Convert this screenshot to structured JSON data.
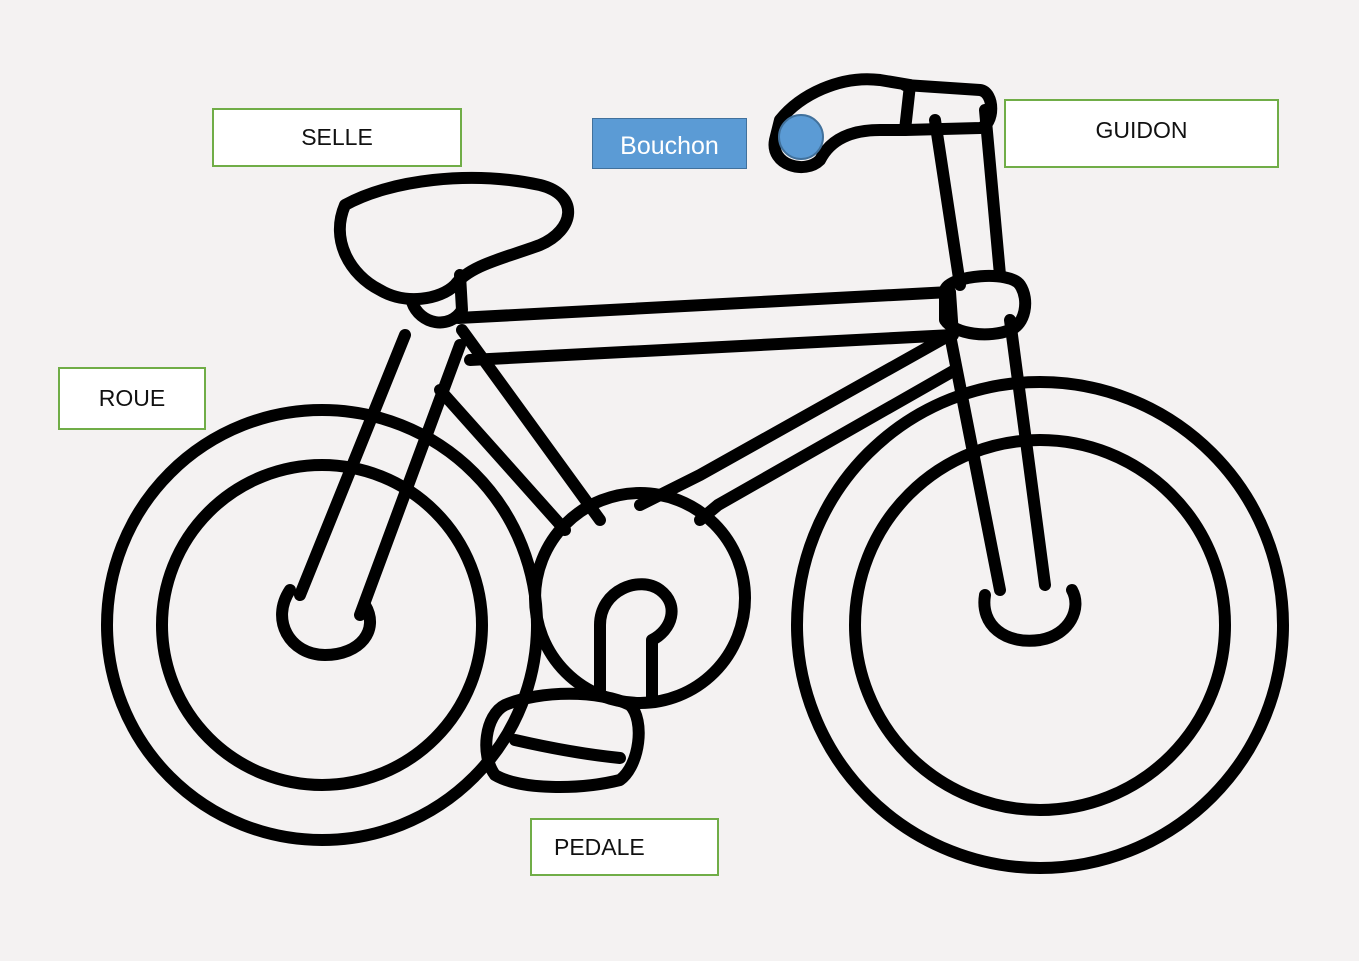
{
  "labels": {
    "saddle": "SELLE",
    "handlebar": "GUIDON",
    "wheel": "ROUE",
    "pedal": "PEDALE",
    "cap": "Bouchon"
  },
  "colors": {
    "background": "#f4f2f2",
    "label_border": "#70ad47",
    "cap_box": "#5b9bd5",
    "cap_dot": "#5b9bd5",
    "outline": "#000000"
  }
}
